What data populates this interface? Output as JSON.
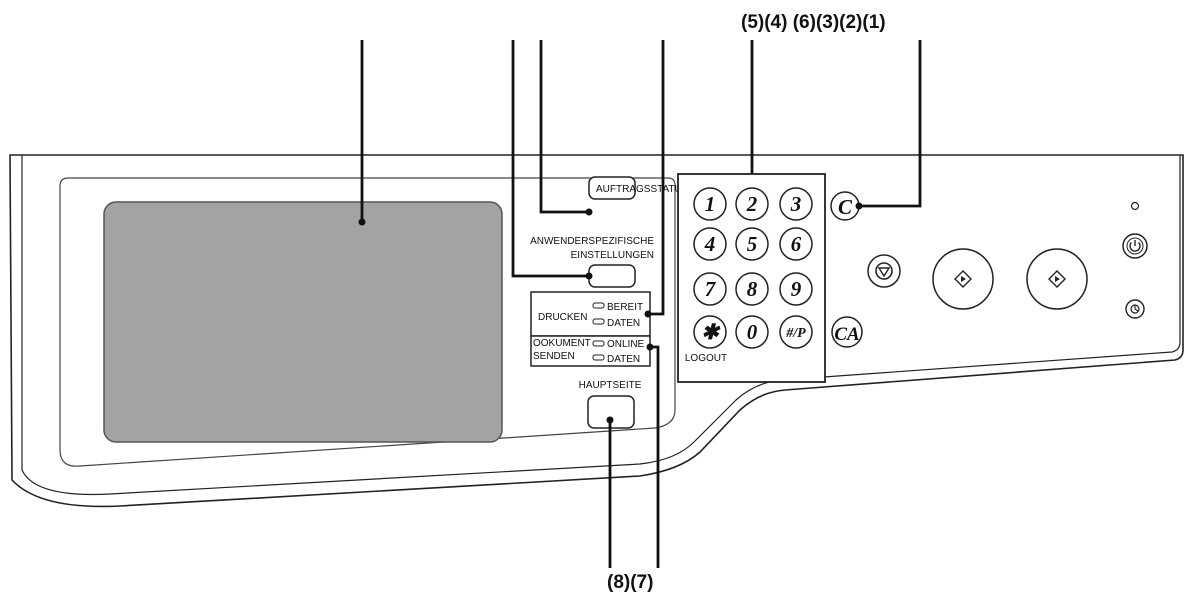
{
  "callouts": {
    "top_group": "(5)(4) (6)(3)(2)(1)",
    "bottom_group": "(8)(7)"
  },
  "buttons": {
    "job_status_label": "AUFTRAGSSTATUS",
    "custom_settings_label_line1": "ANWENDERSPEZIFISCHE",
    "custom_settings_label_line2": "EINSTELLUNGEN",
    "home_label": "HAUPTSEITE"
  },
  "indicators": {
    "print_label": "DRUCKEN",
    "print_ready": "BEREIT",
    "print_data": "DATEN",
    "send_label_line1": "OOKUMENT",
    "send_label_line2": "SENDEN",
    "send_online": "ONLINE",
    "send_data": "DATEN"
  },
  "keypad": {
    "keys": [
      "1",
      "2",
      "3",
      "4",
      "5",
      "6",
      "7",
      "8",
      "9",
      "✱",
      "0",
      "#/P"
    ],
    "logout_label": "LOGOUT",
    "clear_key": "C",
    "clear_all_key": "CA"
  },
  "icons": [
    "stop-icon",
    "start-icon",
    "power-icon",
    "power-save-icon"
  ]
}
